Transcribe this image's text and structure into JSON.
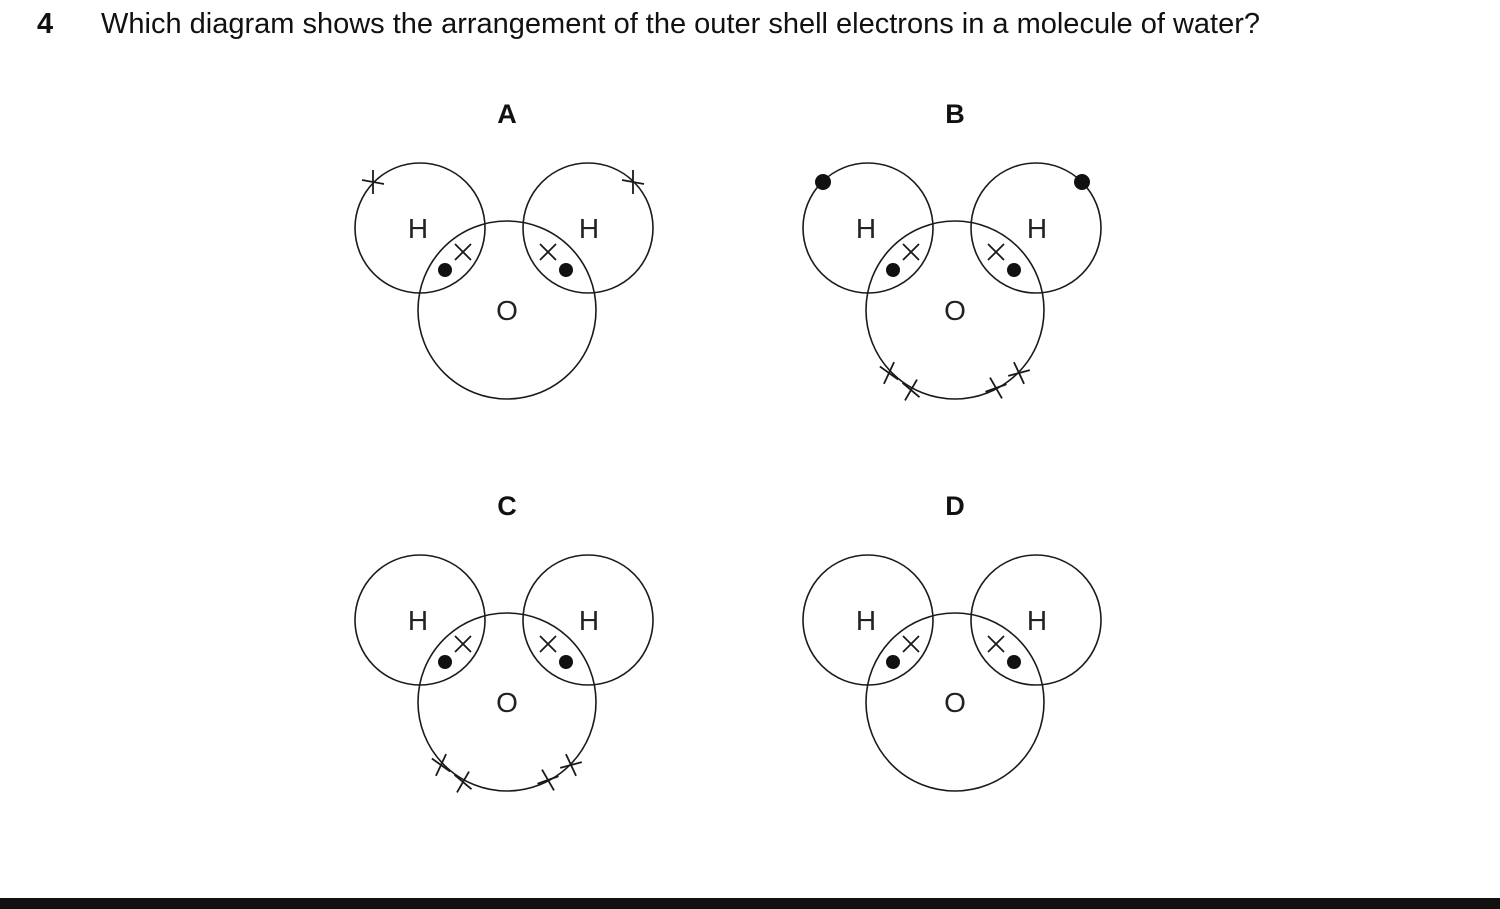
{
  "question": {
    "number": "4",
    "text": "Which diagram shows the arrangement of the outer shell electrons in a molecule of water?"
  },
  "options": [
    {
      "label": "A",
      "atoms": {
        "left": "H",
        "right": "H",
        "center": "O"
      },
      "hydrogen_outer": "cross",
      "oxygen_lone_pairs": false
    },
    {
      "label": "B",
      "atoms": {
        "left": "H",
        "right": "H",
        "center": "O"
      },
      "hydrogen_outer": "dot",
      "oxygen_lone_pairs": true
    },
    {
      "label": "C",
      "atoms": {
        "left": "H",
        "right": "H",
        "center": "O"
      },
      "hydrogen_outer": "none",
      "oxygen_lone_pairs": true
    },
    {
      "label": "D",
      "atoms": {
        "left": "H",
        "right": "H",
        "center": "O"
      },
      "hydrogen_outer": "none",
      "oxygen_lone_pairs": false
    }
  ]
}
